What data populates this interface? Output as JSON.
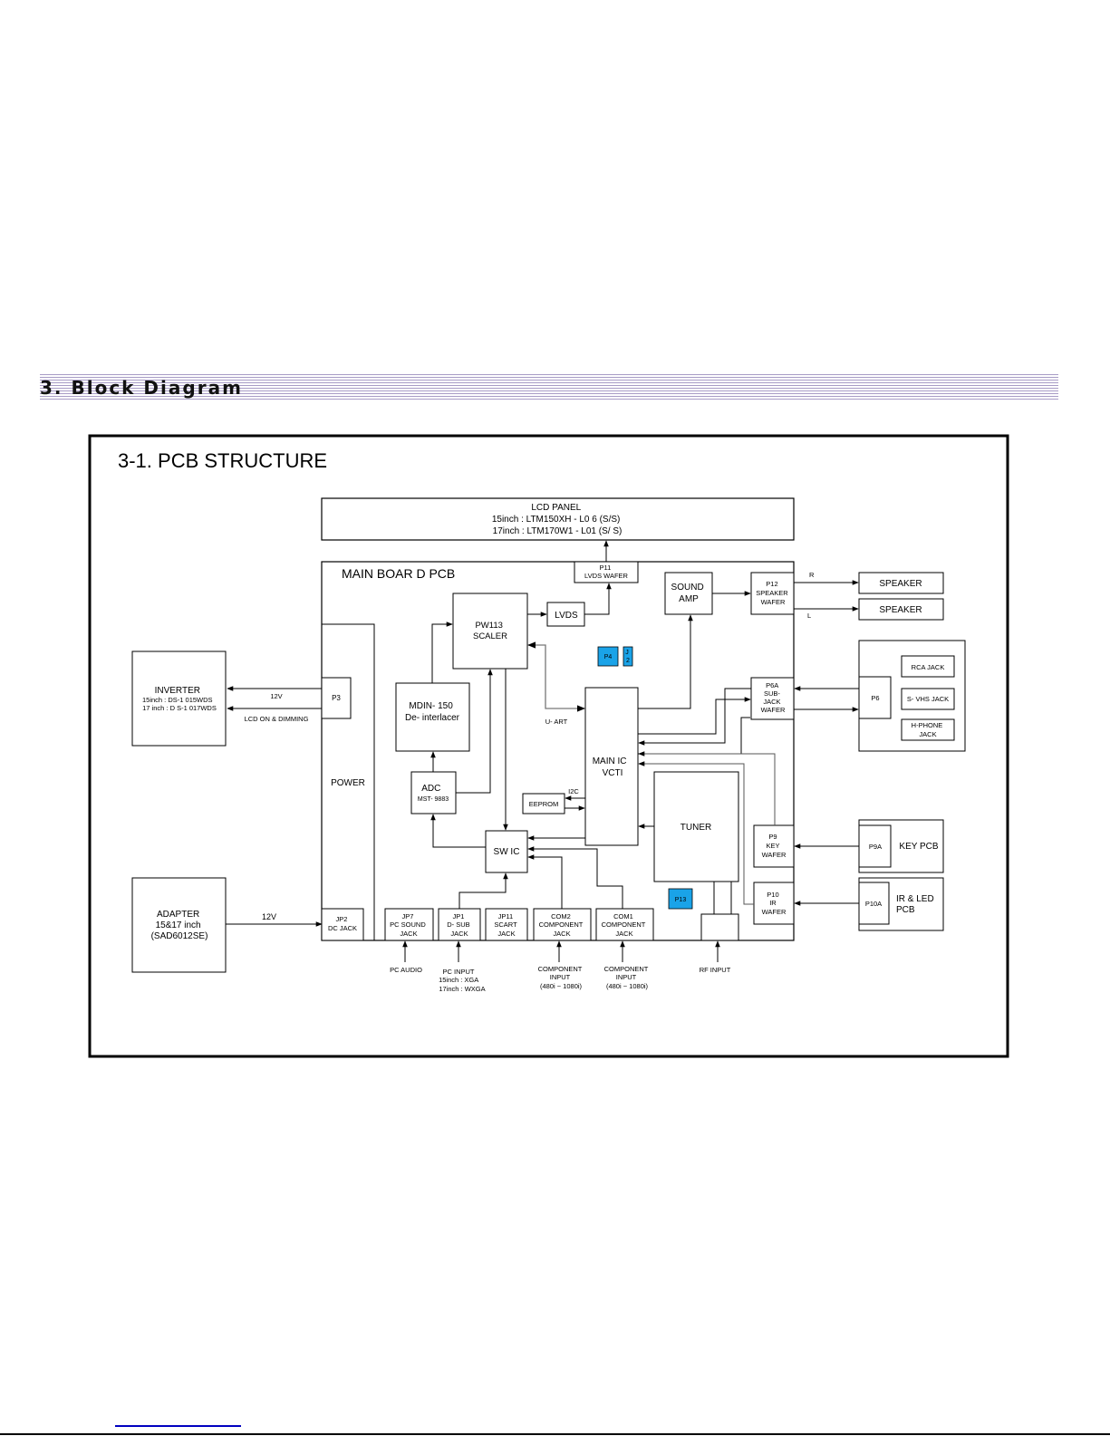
{
  "section": {
    "title": "3. Block Diagram"
  },
  "figure": {
    "title": "3-1. PCB STRUCTURE"
  },
  "blocks": {
    "lcd_panel": {
      "lines": [
        "LCD PANEL",
        "15inch : LTM150XH - L0 6 (S/S)",
        "17inch : LTM170W1 -  L01 (S/ S)"
      ]
    },
    "main_board": {
      "label": "MAIN BOAR D PCB"
    },
    "p11": {
      "lines": [
        "P11",
        "LVDS WAFER"
      ]
    },
    "power": {
      "label": "POWER"
    },
    "p3": {
      "label": "P3"
    },
    "inverter": {
      "lines": [
        "INVERTER",
        "15inch :  DS-1 015WDS",
        "17 inch : D S-1 017WDS"
      ]
    },
    "adapter": {
      "lines": [
        "ADAPTER",
        "15&17 inch",
        "(SAD6012SE)"
      ]
    },
    "pw113": {
      "lines": [
        "PW113",
        "SCALER"
      ]
    },
    "lvds": {
      "label": "LVDS"
    },
    "mdin": {
      "lines": [
        "MDIN- 150",
        "De- interlacer"
      ]
    },
    "adc": {
      "lines": [
        "ADC",
        "MST- 9883"
      ]
    },
    "sw_ic": {
      "label": "SW IC"
    },
    "eeprom": {
      "label": "EEPROM"
    },
    "main_ic": {
      "lines": [
        "MAIN IC",
        "VCTI"
      ]
    },
    "tuner": {
      "label": "TUNER"
    },
    "sound_amp": {
      "lines": [
        "SOUND",
        "AMP"
      ]
    },
    "p12": {
      "lines": [
        "P12",
        "SPEAKER",
        "WAFER"
      ]
    },
    "speaker_r": {
      "label": "SPEAKER"
    },
    "speaker_l": {
      "label": "SPEAKER"
    },
    "p6a": {
      "lines": [
        "P6A",
        "SUB-",
        "JACK",
        "WAFER"
      ]
    },
    "p6": {
      "label": "P6"
    },
    "rca_jack": {
      "label": "RCA JACK"
    },
    "svhs_jack": {
      "label": "S- VHS JACK"
    },
    "hphone_jack": {
      "lines": [
        "H-PHONE",
        "JACK"
      ]
    },
    "p9": {
      "lines": [
        "P9",
        "KEY",
        "WAFER"
      ]
    },
    "p9a": {
      "label": "P9A"
    },
    "key_pcb": {
      "label": "KEY PCB"
    },
    "p10": {
      "lines": [
        "P10",
        "IR",
        "WAFER"
      ]
    },
    "p10a": {
      "label": "P10A"
    },
    "ir_led_pcb": {
      "lines": [
        "IR & LED",
        "PCB"
      ]
    },
    "p4": {
      "label": "P4"
    },
    "j2": {
      "lines": [
        "J",
        "2"
      ]
    },
    "p13": {
      "label": "P13"
    },
    "jp2": {
      "lines": [
        "JP2",
        "DC JACK"
      ]
    },
    "jp7": {
      "lines": [
        "JP7",
        "PC SOUND",
        "JACK"
      ]
    },
    "jp1": {
      "lines": [
        "JP1",
        "D- SUB",
        "JACK"
      ]
    },
    "jp11": {
      "lines": [
        "JP11",
        "SCART",
        "JACK"
      ]
    },
    "com2": {
      "lines": [
        "COM2",
        "COMPONENT",
        "JACK"
      ]
    },
    "com1": {
      "lines": [
        "COM1",
        "COMPONENT",
        "JACK"
      ]
    }
  },
  "signals": {
    "inv_12v": "12V",
    "lcd_on_dimming": "LCD ON & DIMMING",
    "adapter_12v": "12V",
    "uart": "U- ART",
    "i2c": "I2C",
    "r": "R",
    "l": "L"
  },
  "inputs": {
    "pc_audio": {
      "lines": [
        "PC AUDIO"
      ]
    },
    "pc_input": {
      "lines": [
        "PC INPUT",
        "15inch :  XGA",
        "17inch :  WXGA"
      ]
    },
    "component2": {
      "lines": [
        "COMPONENT",
        "INPUT",
        "(480i ~  1080i)"
      ]
    },
    "component1": {
      "lines": [
        "COMPONENT",
        "INPUT",
        "(480i ~  1080i)"
      ]
    },
    "rf_input": {
      "lines": [
        "RF INPUT"
      ]
    }
  },
  "colors": {
    "highlight": "#1aa3e8",
    "header_stripe": "#a89cc6",
    "link": "#0000c0"
  }
}
